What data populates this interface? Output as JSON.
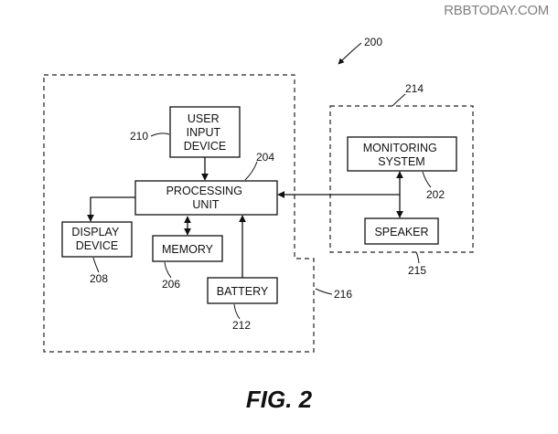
{
  "watermark": "RBBTODAY.COM",
  "figure_label": "FIG. 2",
  "refs": {
    "system": "200",
    "processing": "204",
    "user_input": "210",
    "display": "208",
    "memory": "206",
    "battery": "212",
    "monitoring": "202",
    "remote_housing": "214",
    "speaker": "215",
    "main_housing": "216"
  },
  "boxes": {
    "user_input": [
      "USER",
      "INPUT",
      "DEVICE"
    ],
    "processing": [
      "PROCESSING",
      "UNIT"
    ],
    "display": [
      "DISPLAY",
      "DEVICE"
    ],
    "memory": [
      "MEMORY"
    ],
    "battery": [
      "BATTERY"
    ],
    "monitoring": [
      "MONITORING",
      "SYSTEM"
    ],
    "speaker": [
      "SPEAKER"
    ]
  }
}
